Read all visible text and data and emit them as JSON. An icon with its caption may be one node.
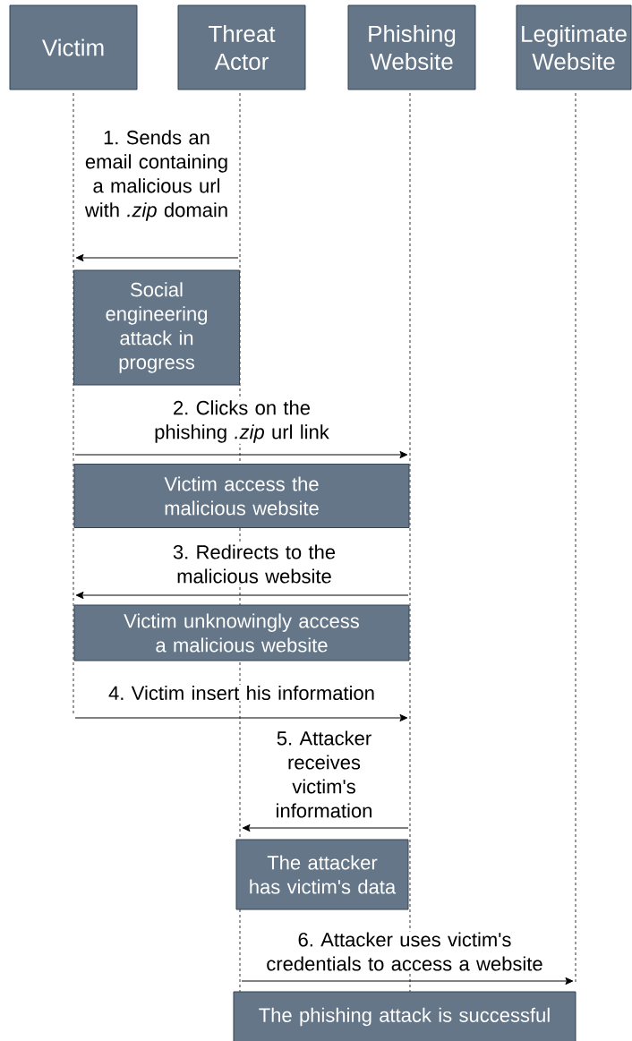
{
  "diagram": {
    "nodes": [
      {
        "text": [
          "Victim"
        ]
      },
      {
        "text": [
          "Threat Actor"
        ]
      },
      {
        "text": [
          "Phishing Website"
        ]
      },
      {
        "text": [
          "Legitimate Website"
        ]
      },
      {
        "text": [],
        "shape": "bar"
      },
      {
        "text": [],
        "shape": "bar"
      },
      {
        "text": [],
        "shape": "bar"
      },
      {
        "text": [],
        "shape": "bar"
      },
      {
        "text": [
          "Social engineering attack in progress"
        ]
      },
      {
        "text": [
          "Victim access the malicious website"
        ]
      },
      {
        "text": [
          "Victim unknowingly access a malicious website"
        ]
      },
      {
        "text": [
          "The attacker has victim's data"
        ]
      },
      {
        "text": [
          "The phishing attack is successful"
        ]
      }
    ],
    "edges": [
      {
        "from": 5,
        "to": 4,
        "arrow": "to",
        "label": "1. Sends an email containing a malicious url with *.zip* domain"
      },
      {
        "from": 4,
        "to": 6,
        "arrow": "to",
        "label": "2. Clicks on the phishing *.zip* url link"
      },
      {
        "from": 6,
        "to": 4,
        "arrow": "to",
        "label": "3. Redirects to the malicious website"
      },
      {
        "from": 4,
        "to": 6,
        "arrow": "to",
        "label": "4. Victim insert his information"
      },
      {
        "from": 6,
        "to": 5,
        "arrow": "to",
        "label": "5. Attacker receives victim's information"
      },
      {
        "from": 5,
        "to": 7,
        "arrow": "to",
        "label": "6. Attacker uses victim's credentials to access a website"
      }
    ]
  }
}
